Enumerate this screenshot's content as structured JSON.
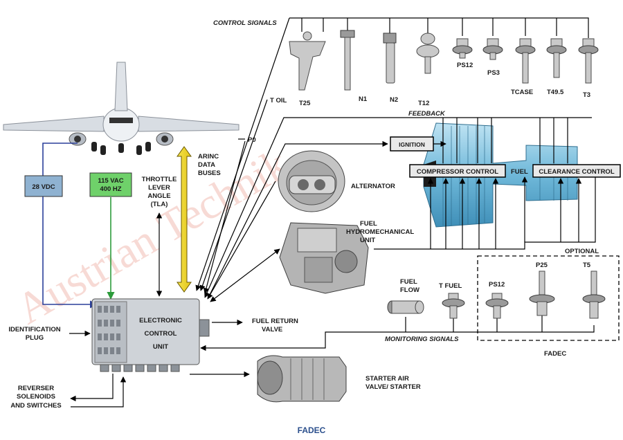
{
  "watermark": "Austrian Technik",
  "caption": "FADEC",
  "group_labels": {
    "control_signals": "CONTROL SIGNALS",
    "feedback": "FEEDBACK",
    "monitoring_signals": "MONITORING SIGNALS",
    "optional": "OPTIONAL",
    "fadec": "FADEC"
  },
  "power": {
    "dc": "28 VDC",
    "ac_line1": "115 VAC",
    "ac_line2": "400 HZ"
  },
  "tla": [
    "THROTTLE",
    "LEVER",
    "ANGLE",
    "(TLA)"
  ],
  "arinc": [
    "ARINC",
    "DATA",
    "BUSES"
  ],
  "ecu": [
    "ELECTRONIC",
    "CONTROL",
    "UNIT"
  ],
  "left_labels": {
    "ident": [
      "IDENTIFICATION",
      "PLUG"
    ],
    "reverser": [
      "REVERSER",
      "SOLENOIDS",
      "AND SWITCHES"
    ]
  },
  "components": {
    "alternator": "ALTERNATOR",
    "fmu": [
      "FUEL",
      "HYDROMECHANICAL",
      "UNIT"
    ],
    "fuel_return": [
      "FUEL RETURN",
      "VALVE"
    ],
    "starter": [
      "STARTER AIR",
      "VALVE/ STARTER"
    ],
    "fuel_flow": [
      "FUEL",
      "FLOW"
    ]
  },
  "engine_boxes": {
    "ignition": "IGNITION",
    "compressor_control": "COMPRESSOR CONTROL",
    "fuel": "FUEL",
    "clearance_control": "CLEARANCE CONTROL"
  },
  "sensor_labels": {
    "t_oil": "T OIL",
    "p0": "P0",
    "t25": "T25",
    "n1": "N1",
    "n2": "N2",
    "t12": "T12",
    "ps12_top": "PS12",
    "ps3": "PS3",
    "tcase": "TCASE",
    "t495": "T49.5",
    "t3": "T3",
    "t_fuel": "T FUEL",
    "ps12_bottom": "PS12",
    "p25": "P25",
    "t5": "T5"
  }
}
